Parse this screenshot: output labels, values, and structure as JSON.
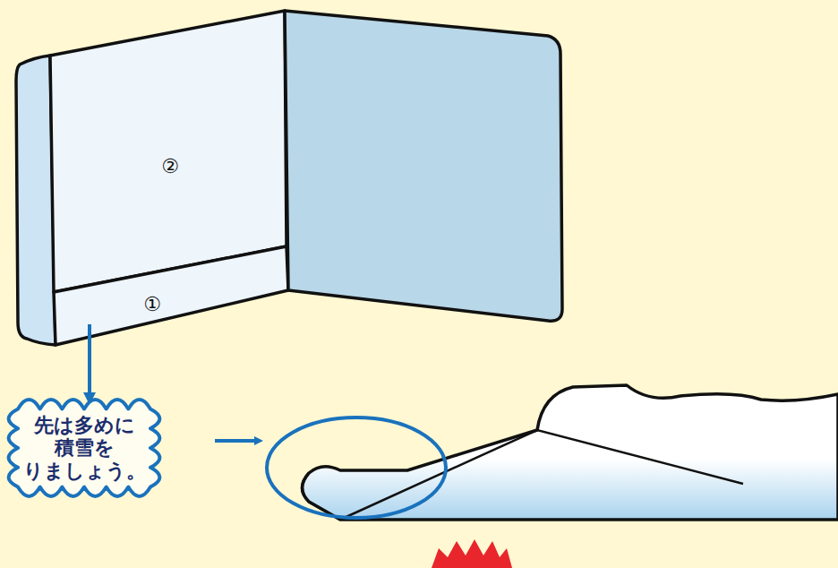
{
  "diagram": {
    "nodes": [
      {
        "text": [
          "②"
        ]
      },
      {
        "text": [
          "①"
        ]
      },
      {
        "text": [
          "先は多めに 積雪を りましょう。"
        ]
      }
    ],
    "edges": [
      {
        "from": 1,
        "to": 2,
        "arrow": "to"
      }
    ]
  }
}
